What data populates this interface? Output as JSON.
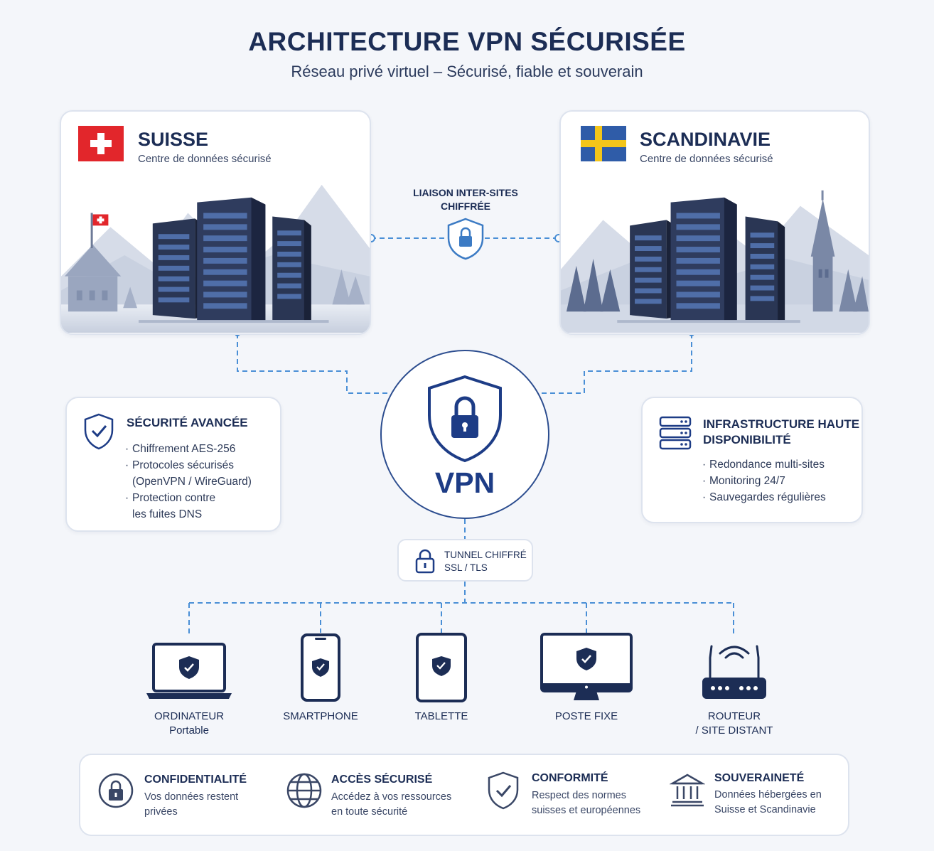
{
  "header": {
    "title": "ARCHITECTURE VPN SÉCURISÉE",
    "subtitle": "Réseau privé virtuel – Sécurisé, fiable et souverain"
  },
  "datacenters": [
    {
      "name": "SUISSE",
      "description": "Centre de données sécurisé",
      "flag": "swiss-flag-icon"
    },
    {
      "name": "SCANDINAVIE",
      "description": "Centre de données sécurisé",
      "flag": "swedish-flag-icon"
    }
  ],
  "inter_site_link": {
    "line1": "LIAISON INTER-SITES",
    "line2": "CHIFFRÉE"
  },
  "vpn": {
    "label": "VPN"
  },
  "security_panel": {
    "title": "SÉCURITÉ AVANCÉE",
    "items": [
      "Chiffrement AES-256",
      "Protocoles sécurisés\n(OpenVPN / WireGuard)",
      "Protection contre\nles fuites DNS"
    ]
  },
  "infra_panel": {
    "title_line1": "INFRASTRUCTURE HAUTE",
    "title_line2": "DISPONIBILITÉ",
    "items": [
      "Redondance multi-sites",
      "Monitoring 24/7",
      "Sauvegardes régulières"
    ]
  },
  "tunnel": {
    "line1": "TUNNEL CHIFFRÉ",
    "line2": "SSL / TLS"
  },
  "devices": [
    {
      "line1": "ORDINATEUR",
      "line2": "Portable"
    },
    {
      "line1": "SMARTPHONE",
      "line2": ""
    },
    {
      "line1": "TABLETTE",
      "line2": ""
    },
    {
      "line1": "POSTE FIXE",
      "line2": ""
    },
    {
      "line1": "ROUTEUR",
      "line2": "/ SITE DISTANT"
    }
  ],
  "pillars": [
    {
      "title": "CONFIDENTIALITÉ",
      "desc1": "Vos données restent",
      "desc2": "privées"
    },
    {
      "title": "ACCÈS SÉCURISÉ",
      "desc1": "Accédez à vos ressources",
      "desc2": "en toute sécurité"
    },
    {
      "title": "CONFORMITÉ",
      "desc1": "Respect des normes",
      "desc2": "suisses et européennes"
    },
    {
      "title": "SOUVERAINETÉ",
      "desc1": "Données hébergées en",
      "desc2": "Suisse et Scandinavie"
    }
  ],
  "colors": {
    "navy": "#1c2d55",
    "accent_blue": "#1d3c86",
    "link_blue": "#4a8fd6",
    "swiss_red": "#e2262b",
    "swedish_blue": "#2f5ca8",
    "swedish_yellow": "#f3c51a"
  }
}
